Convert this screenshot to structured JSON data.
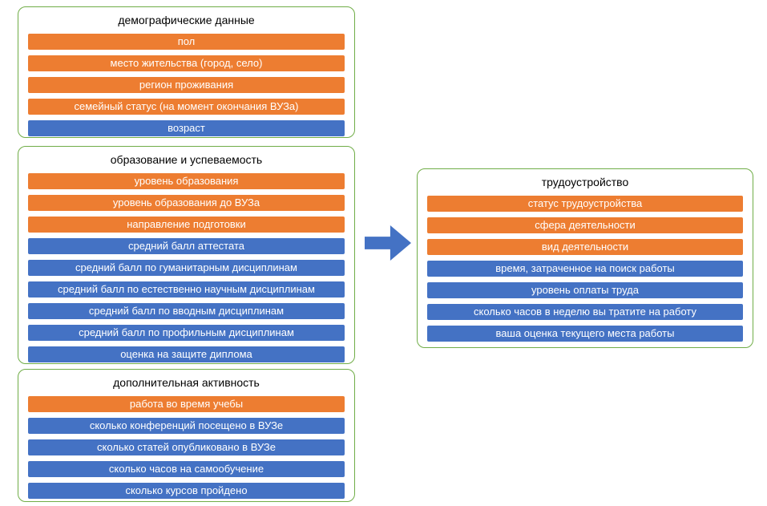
{
  "palette": {
    "orange": "#ED7D31",
    "blue": "#4472C4",
    "green_border": "#70AD47",
    "arrow_blue": "#4472C4"
  },
  "groups": [
    {
      "id": "demographics",
      "title": "демографические данные",
      "items": [
        {
          "label": "пол",
          "color": "orange"
        },
        {
          "label": "место жительства (город, село)",
          "color": "orange"
        },
        {
          "label": "регион проживания",
          "color": "orange"
        },
        {
          "label": "семейный статус (на момент окончания ВУЗа)",
          "color": "orange"
        },
        {
          "label": "возраст",
          "color": "blue"
        }
      ]
    },
    {
      "id": "education",
      "title": "образование и успеваемость",
      "items": [
        {
          "label": "уровень образования",
          "color": "orange"
        },
        {
          "label": "уровень образования до ВУЗа",
          "color": "orange"
        },
        {
          "label": "направление подготовки",
          "color": "orange"
        },
        {
          "label": "средний балл аттестата",
          "color": "blue"
        },
        {
          "label": "средний балл по гуманитарным дисциплинам",
          "color": "blue"
        },
        {
          "label": "средний балл по естественно научным дисциплинам",
          "color": "blue"
        },
        {
          "label": "средний балл по вводным дисциплинам",
          "color": "blue"
        },
        {
          "label": "средний балл по профильным дисциплинам",
          "color": "blue"
        },
        {
          "label": "оценка на защите диплома",
          "color": "blue"
        }
      ]
    },
    {
      "id": "activity",
      "title": "дополнительная активность",
      "items": [
        {
          "label": "работа во время учебы",
          "color": "orange"
        },
        {
          "label": "сколько конференций посещено в ВУЗе",
          "color": "blue"
        },
        {
          "label": "сколько статей опубликовано в ВУЗе",
          "color": "blue"
        },
        {
          "label": "сколько часов на самообучение",
          "color": "blue"
        },
        {
          "label": "сколько курсов пройдено",
          "color": "blue"
        }
      ]
    },
    {
      "id": "employment",
      "title": "трудоустройство",
      "items": [
        {
          "label": "статус трудоустройства",
          "color": "orange"
        },
        {
          "label": "сфера деятельности",
          "color": "orange"
        },
        {
          "label": "вид деятельности",
          "color": "orange"
        },
        {
          "label": "время, затраченное на поиск работы",
          "color": "blue"
        },
        {
          "label": "уровень оплаты труда",
          "color": "blue"
        },
        {
          "label": "сколько часов в неделю вы тратите на работу",
          "color": "blue"
        },
        {
          "label": "ваша оценка текущего места работы",
          "color": "blue"
        }
      ]
    }
  ]
}
